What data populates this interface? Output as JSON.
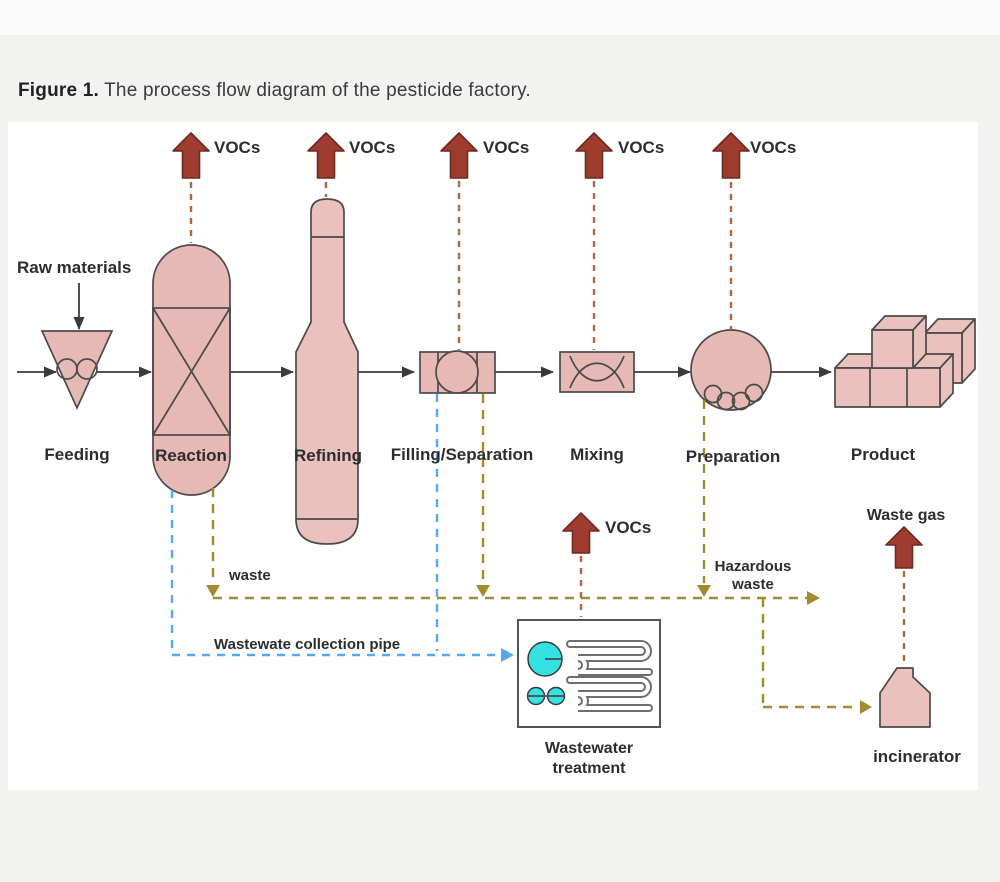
{
  "figure_caption": {
    "bold": "Figure 1.",
    "rest": " The process flow diagram of the pesticide factory."
  },
  "stages": [
    {
      "label": "Feeding"
    },
    {
      "label": "Reaction"
    },
    {
      "label": "Refining"
    },
    {
      "label": "Filling/Separation"
    },
    {
      "label": "Mixing"
    },
    {
      "label": "Preparation"
    },
    {
      "label": "Product"
    }
  ],
  "annotations": {
    "raw_materials": "Raw materials",
    "vocs": "VOCs",
    "waste": "waste",
    "hazardous_waste_line1": "Hazardous",
    "hazardous_waste_line2": "waste",
    "wastewater_pipe": "Wastewate collection pipe",
    "wastewater_treatment_line1": "Wastewater",
    "wastewater_treatment_line2": "treatment",
    "waste_gas": "Waste gas",
    "incinerator": "incinerator"
  },
  "colors": {
    "pink": "#e6b9b5",
    "pink2": "#eac1bd",
    "stroke": "#4a4a4a",
    "flow": "#3a3a3a",
    "arrowRed": "#9e3d2f",
    "arrowRedStroke": "#6c2a20",
    "vocDash": "#b5643c",
    "olive": "#a38a2c",
    "blue": "#58a7f3",
    "cyan": "#35e1e1"
  }
}
